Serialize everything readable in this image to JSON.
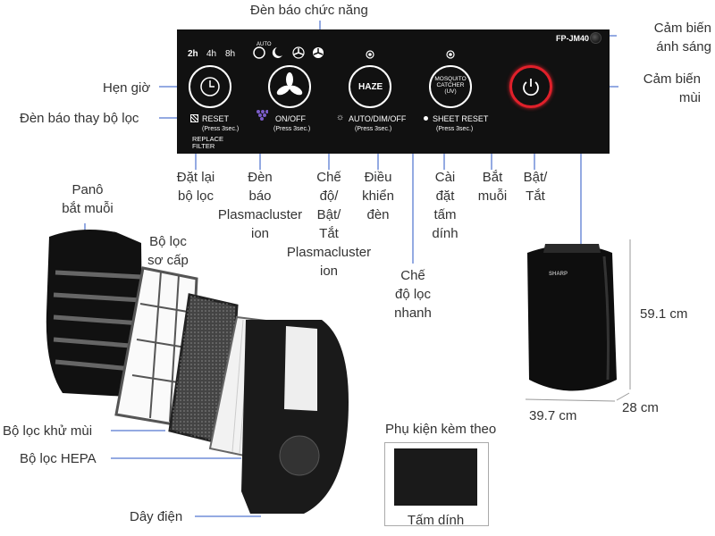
{
  "labels": {
    "den_bao_chuc_nang": "Đèn báo chức năng",
    "cam_bien_anh_sang": "Cảm biến\nánh sáng",
    "cam_bien_mui": "Cảm biến\nmùi",
    "hen_gio": "Hẹn giờ",
    "den_bao_thay_bo_loc": "Đèn báo thay bộ lọc",
    "dat_lai_bo_loc": "Đặt lại\nbộ lọc",
    "den_bao_plasmacluster": "Đèn\nbáo\nPlasmacluster\nion",
    "che_do_bat_tat_plasmacluster": "Chế\nđộ/\nBật/\nTắt\nPlasmacluster\nion",
    "dieu_khien_den": "Điều\nkhiển\nđèn",
    "che_do_loc_nhanh": "Chế\nđộ lọc\nnhanh",
    "cai_dat_tam_dinh": "Cài\nđặt\ntấm\ndính",
    "bat_muoi": "Bắt\nmuỗi",
    "bat_tat": "Bật/\nTắt",
    "pano_bat_muoi": "Panô\nbắt muỗi",
    "bo_loc_so_cap": "Bộ lọc\nsơ cấp",
    "bo_loc_khu_mui": "Bộ lọc khử mùi",
    "bo_loc_hepa": "Bộ lọc HEPA",
    "day_dien": "Dây điện",
    "phu_kien_kem_theo": "Phụ kiện kèm theo",
    "tam_dinh": "Tấm dính"
  },
  "panel": {
    "model": "FP-JM40",
    "timer_options": [
      "2h",
      "4h",
      "8h"
    ],
    "auto_small": "AUTO",
    "reset_label": "RESET",
    "reset_sub": "(Press 3sec.)",
    "replace_filter": "REPLACE\nFILTER",
    "onoff_label": "ON/OFF",
    "onoff_sub": "(Press 3sec.)",
    "auto_dim_label": "AUTO/DIM/OFF",
    "auto_dim_sub": "(Press 3sec.)",
    "sheet_reset_label": "SHEET RESET",
    "sheet_reset_sub": "(Press 3sec.)",
    "haze_button": "HAZE",
    "mosquito_button": "MOSQUITO\nCATCHER\n(UV)"
  },
  "dimensions": {
    "height": "59.1 cm",
    "width": "39.7 cm",
    "depth": "28 cm"
  },
  "colors": {
    "panel_bg": "#111111",
    "power_ring": "#e0202a",
    "indicator_blue": "#2a56c6",
    "plasmacluster_purple": "#7a5cc8"
  },
  "product_logo": "SHARP"
}
